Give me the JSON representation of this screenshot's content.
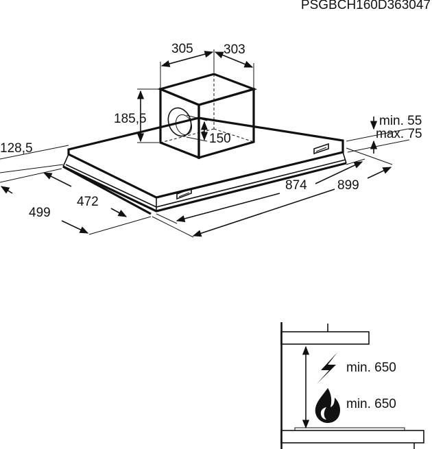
{
  "header": {
    "product_code": "PSGBCH160D363047"
  },
  "dimensions": {
    "duct_depth": "305",
    "duct_width": "303",
    "duct_height": "185,5",
    "outlet_diameter": "150",
    "side_offset": "128,5",
    "hood_depth_outer": "499",
    "hood_depth_inner": "472",
    "hood_width_inner": "874",
    "hood_width_outer": "899",
    "frame_min": "min. 55",
    "frame_max": "max. 75"
  },
  "clearance": {
    "electric_label": "min. 650",
    "gas_label": "min. 650"
  },
  "icons": {
    "electric": "lightning-bolt-icon",
    "gas": "flame-icon"
  },
  "colors": {
    "ink": "#111111",
    "background": "#ffffff"
  }
}
